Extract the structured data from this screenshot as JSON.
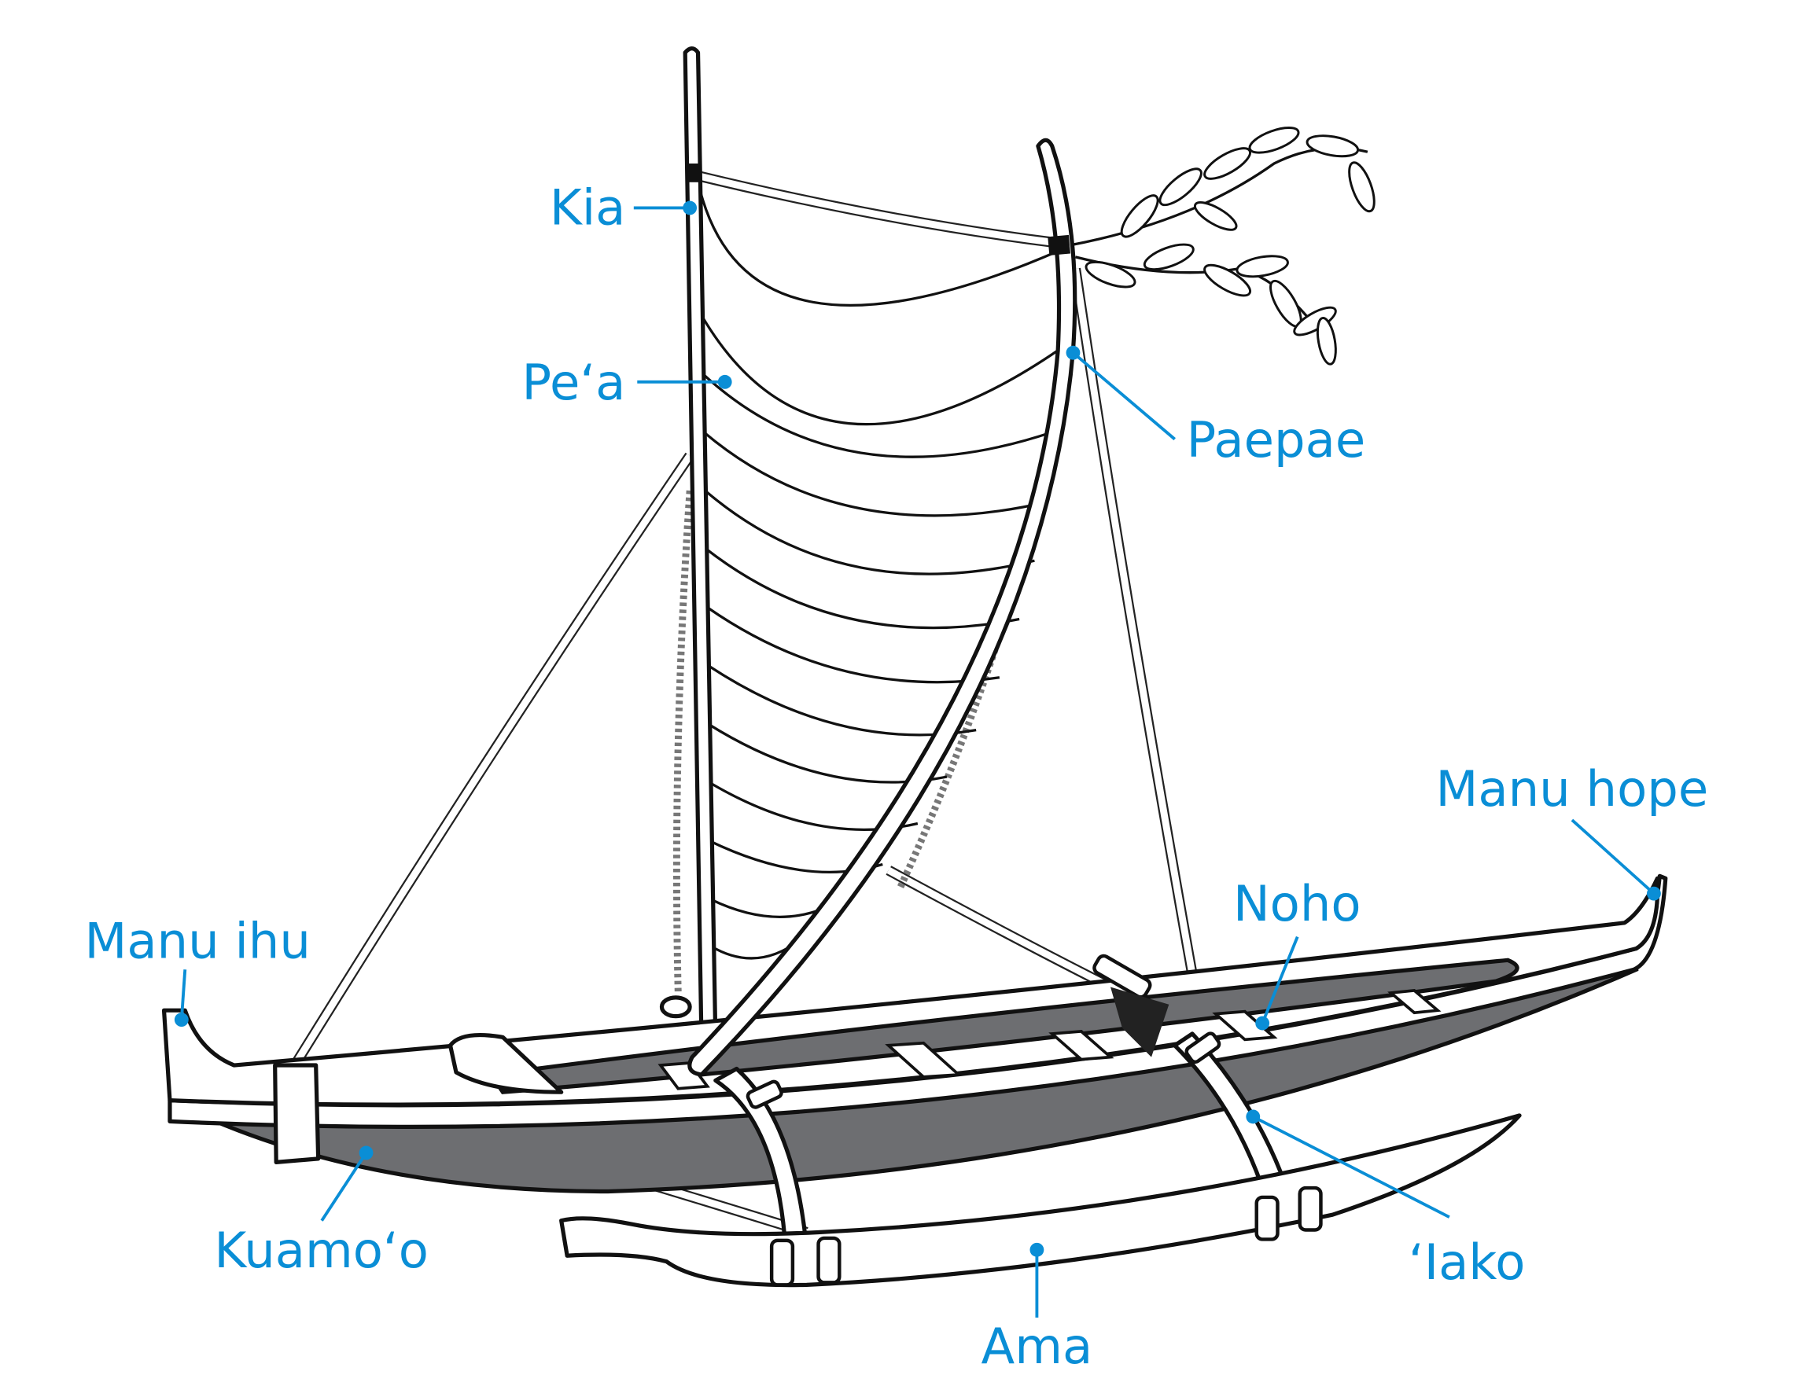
{
  "title": "Hawaiian sailing canoe parts",
  "accent_color": "#0a8ed6",
  "hull_color": "#6d6e71",
  "labels": {
    "kia": "Kia",
    "pea": "Pe‘a",
    "paepae": "Paepae",
    "manu_hope": "Manu hope",
    "noho": "Noho",
    "manu_ihu": "Manu ihu",
    "kuamoo": "Kuamo‘o",
    "iako": "‘Iako",
    "ama": "Ama"
  }
}
